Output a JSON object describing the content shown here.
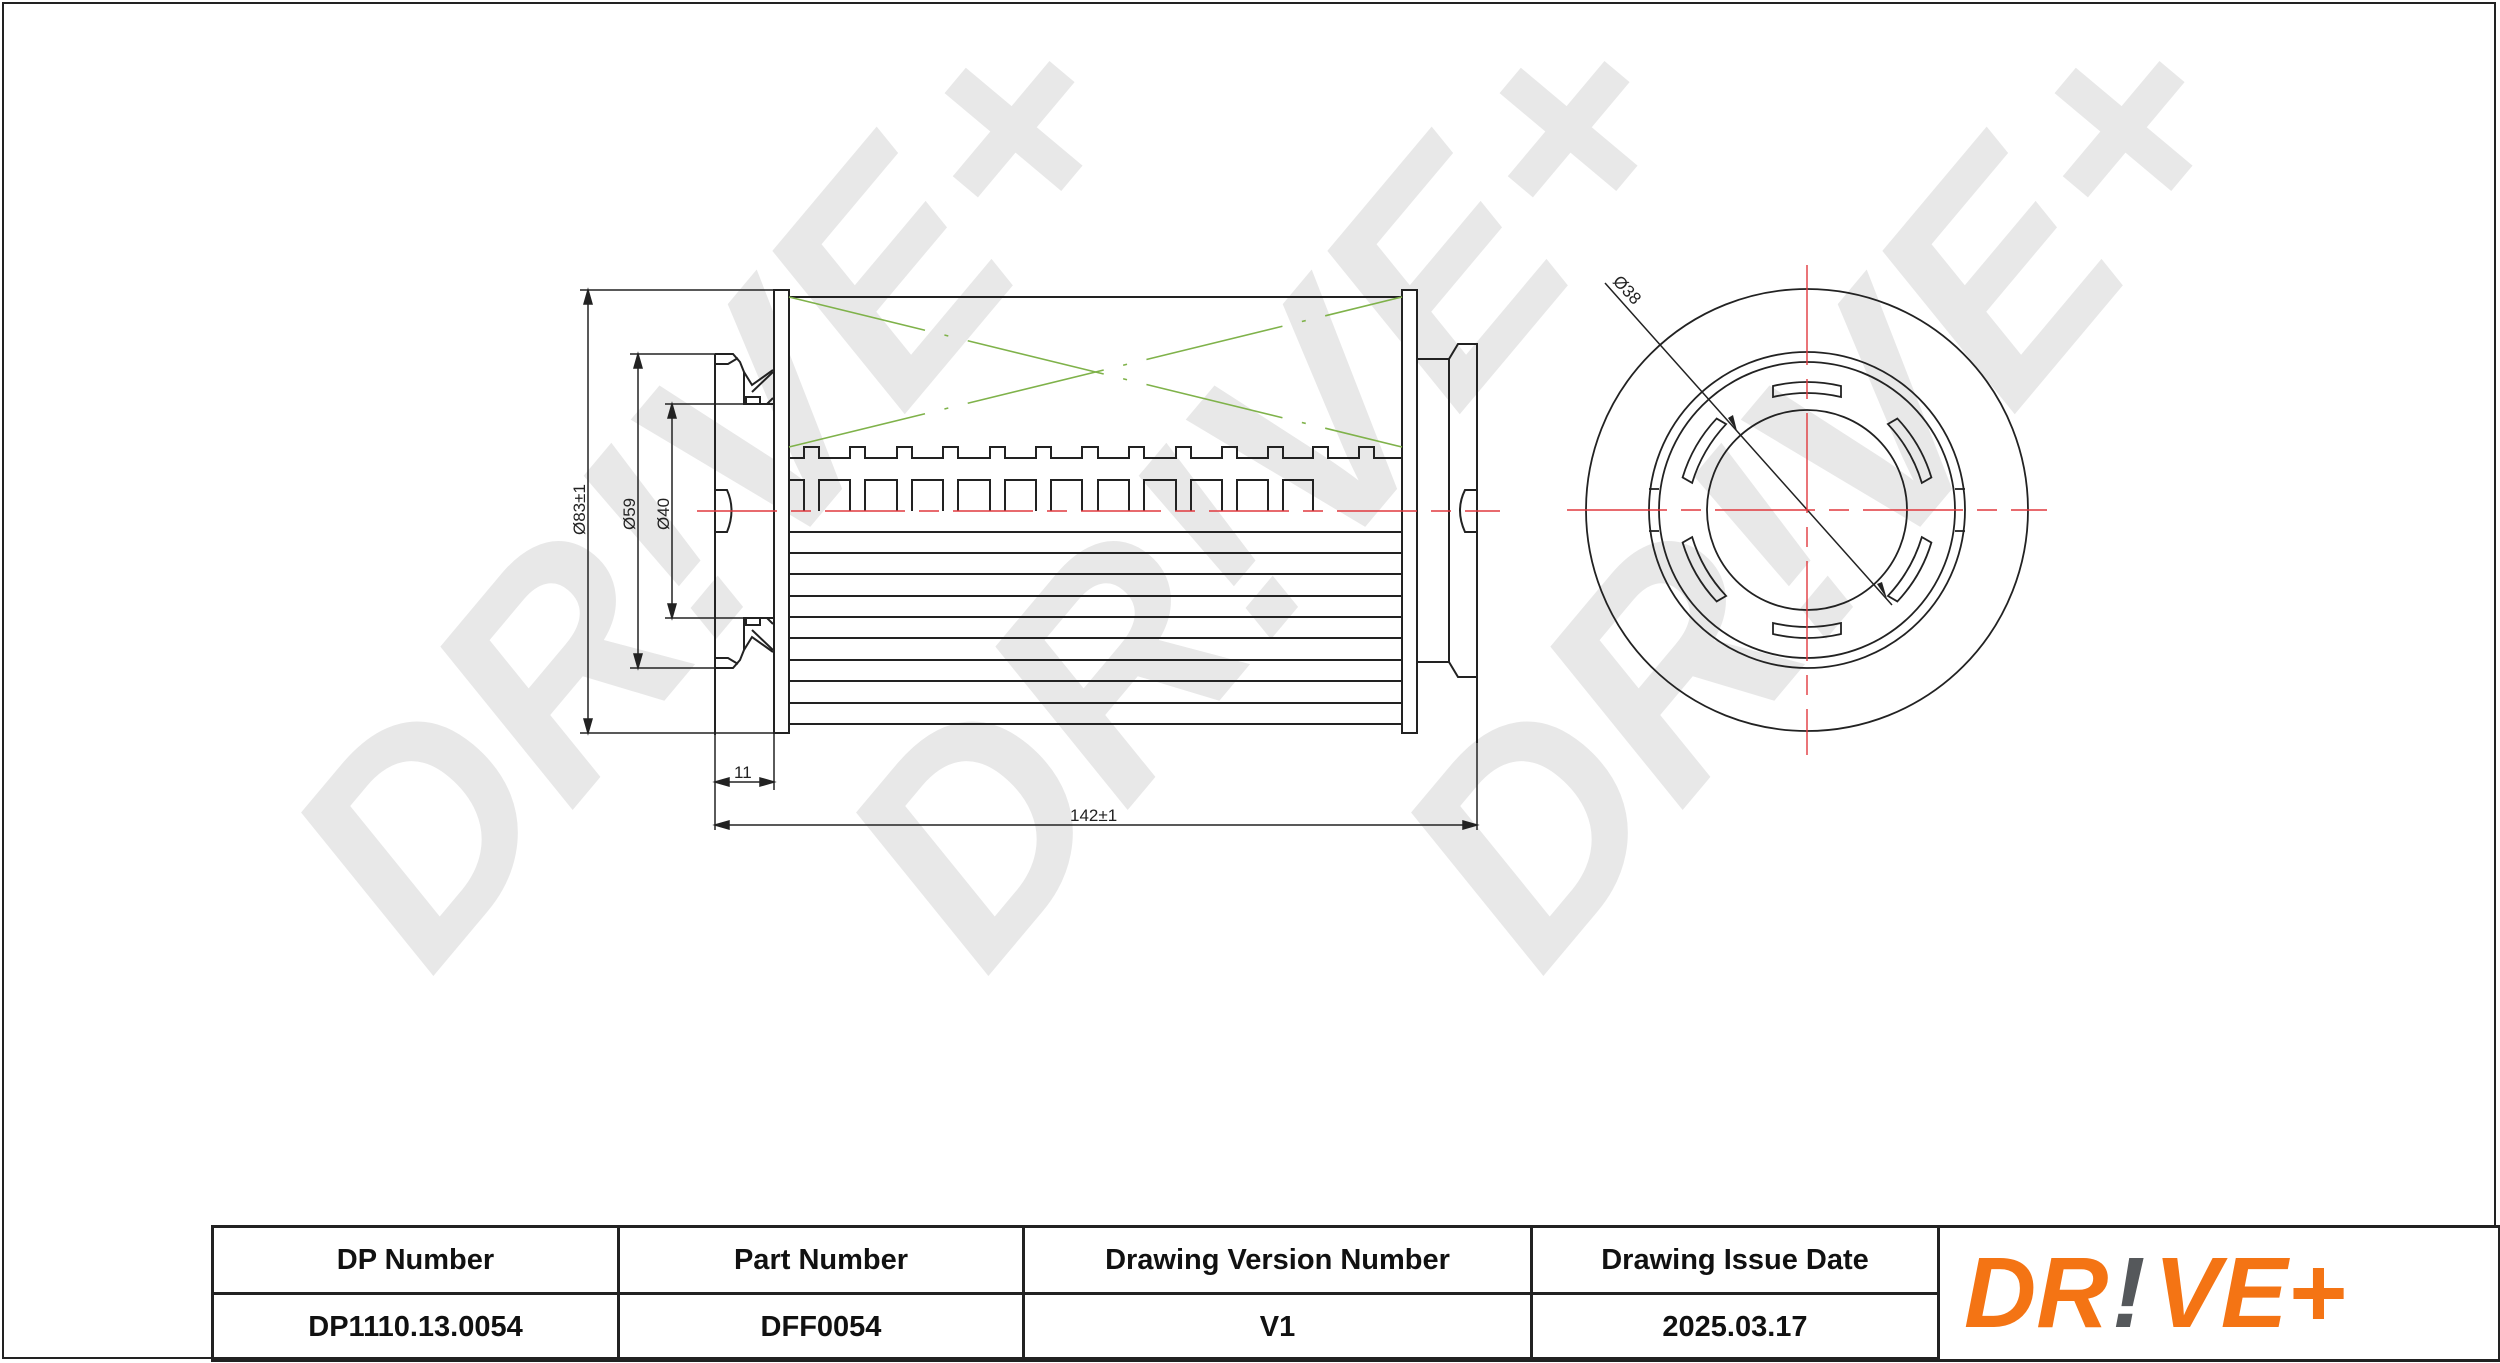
{
  "drawing": {
    "dimensions": {
      "outer_diameter": "Ø83±1",
      "seal_diameter": "Ø59",
      "inner_diameter": "Ø40",
      "end_view_diameter": "Ø38",
      "flange_length": "11",
      "overall_length": "142±1"
    },
    "watermark": "DR!VE+",
    "colors": {
      "line": "#222222",
      "centerline": "#e0393e",
      "hatch": "#7fb24a",
      "watermark": "#e6e6e6"
    }
  },
  "titleblock": {
    "headers": [
      "DP Number",
      "Part Number",
      "Drawing Version Number",
      "Drawing Issue Date"
    ],
    "values": [
      "DP1110.13.0054",
      "DFF0054",
      "V1",
      "2025.03.17"
    ]
  },
  "logo": {
    "text_left": "DR",
    "text_bang": "!",
    "text_right": "VE+",
    "color_primary": "#f47414",
    "color_accent": "#55585b"
  }
}
